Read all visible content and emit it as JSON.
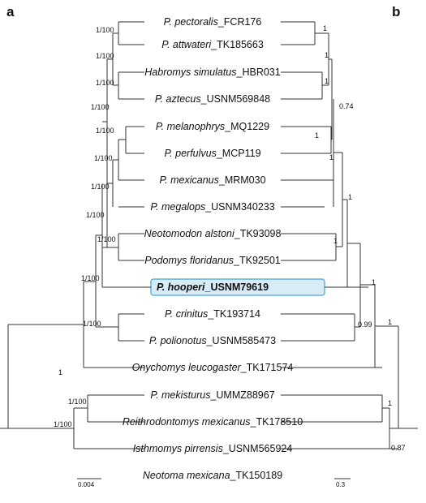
{
  "panels": {
    "left_label": "a",
    "right_label": "b"
  },
  "taxa": [
    {
      "genus": "P. pectoralis",
      "voucher": "_FCR176"
    },
    {
      "genus": "P. attwateri",
      "voucher": "_TK185663"
    },
    {
      "genus": "Habromys simulatus",
      "voucher": "_HBR031"
    },
    {
      "genus": "P. aztecus",
      "voucher": "_USNM569848"
    },
    {
      "genus": "P. melanophrys",
      "voucher": "_MQ1229"
    },
    {
      "genus": "P. perfulvus",
      "voucher": "_MCP119"
    },
    {
      "genus": "P. mexicanus",
      "voucher": "_MRM030"
    },
    {
      "genus": "P. megalops",
      "voucher": "_USNM340233"
    },
    {
      "genus": "Neotomodon alstoni",
      "voucher": "_TK93098"
    },
    {
      "genus": "Podomys floridanus",
      "voucher": "_TK92501"
    },
    {
      "genus": "P. hooperi",
      "voucher": "_USNM79619",
      "highlight": true
    },
    {
      "genus": "P. crinitus",
      "voucher": "_TK193714"
    },
    {
      "genus": "P. polionotus",
      "voucher": "_USNM585473"
    },
    {
      "genus": "Onychomys leucogaster",
      "voucher": "_TK171574"
    },
    {
      "genus": "P. mekisturus",
      "voucher": "_UMMZ88967"
    },
    {
      "genus": "Reithrodontomys mexicanus",
      "voucher": "_TK178510"
    },
    {
      "genus": "Isthmomys pirrensis",
      "voucher": "_USNM565924"
    },
    {
      "genus": "Neotoma mexicana",
      "voucher": "_TK150189"
    }
  ],
  "support_left": [
    "1/100",
    "1/100",
    "1/100",
    "1/100",
    "1/100",
    "1/100",
    "1/100",
    "1/100",
    "1/100",
    "1/100",
    "1/100",
    "1",
    "1/100",
    "1/100"
  ],
  "support_right": [
    "1",
    "1",
    "1",
    "0.74",
    "1",
    "1",
    "1",
    "1",
    "1",
    "0.99",
    "1",
    "1",
    "0.87"
  ],
  "scale_left": "0.004",
  "scale_right": "0.3",
  "colors": {
    "highlight_fill": "#d7ecf7",
    "highlight_border": "#4aa3cf",
    "line": "#333333"
  }
}
